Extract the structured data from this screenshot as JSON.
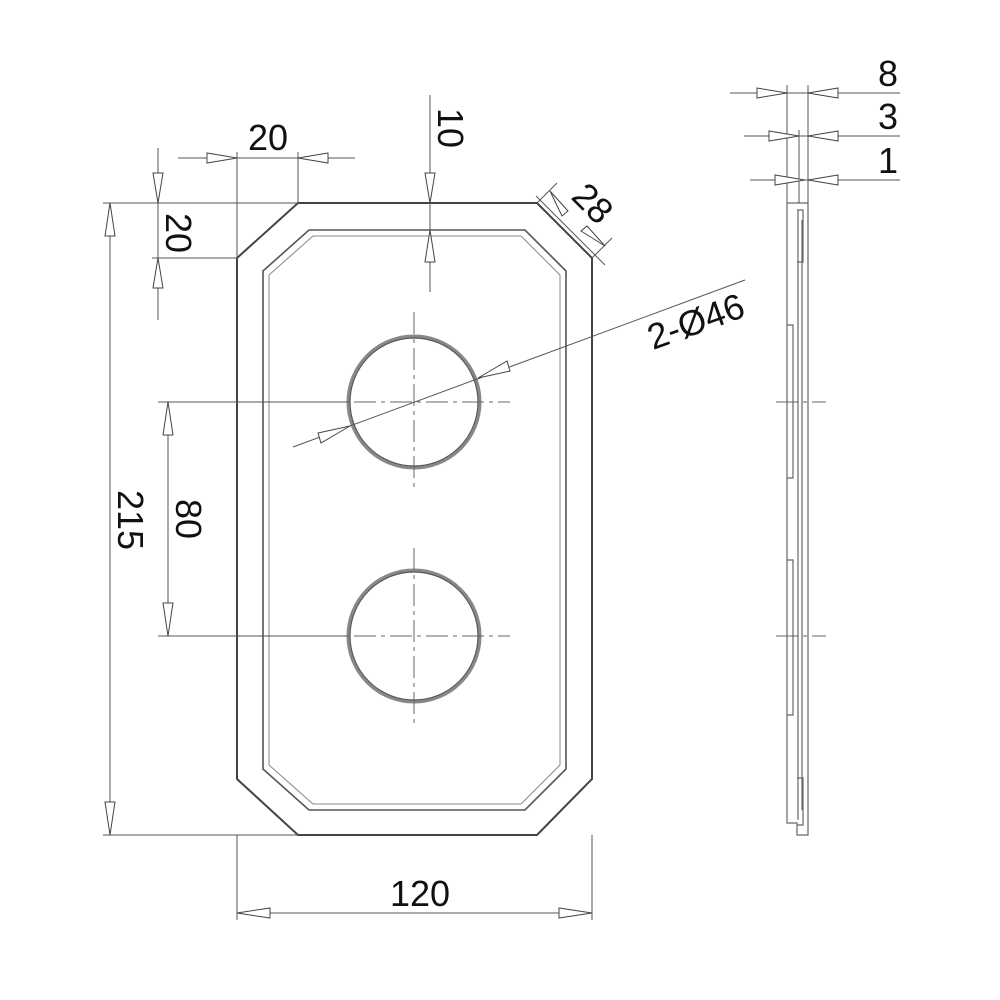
{
  "drawing": {
    "dimensions": {
      "overall_width": "120",
      "overall_height": "215",
      "chamfer_x": "20",
      "chamfer_y": "20",
      "border_width": "10",
      "chamfer_length": "28",
      "hole_spacing": "80",
      "hole_diameter": "2-Ø46",
      "thickness_total": "8",
      "thickness_mid": "3",
      "thickness_thin": "1"
    }
  }
}
